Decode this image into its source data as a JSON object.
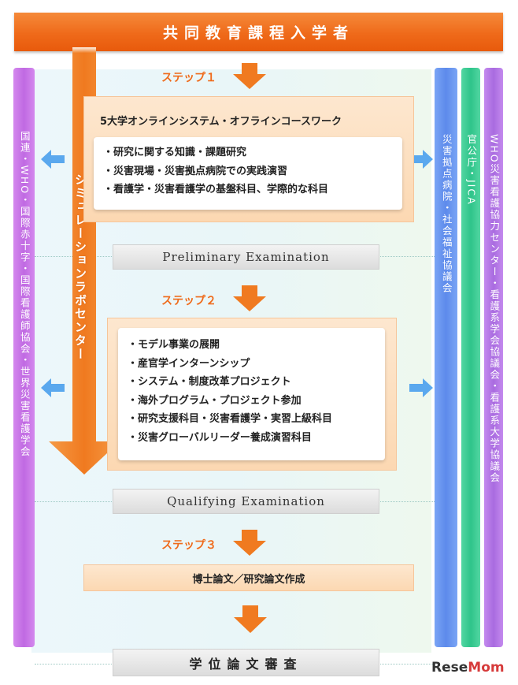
{
  "top_banner": {
    "text": "共同教育課程入学者"
  },
  "left_column": {
    "text": "国連・WHO・国際赤十字・国際看護師協会・世界災害看護学会"
  },
  "right_columns": [
    {
      "text": "災害拠点病院・社会福祉協議会"
    },
    {
      "text": "官公庁・JICA"
    },
    {
      "text": "WHO災害看護協力センター・看護系学会協議会・看護系大学協議会"
    }
  ],
  "simulation_lab": {
    "text": "シミュレーションラボセンター"
  },
  "step1": {
    "label": "ステップ１",
    "title": "5大学オンラインシステム・オフラインコースワーク",
    "items": [
      "・研究に関する知識・課題研究",
      "・災害現場・災害拠点病院での実践演習",
      "・看護学・災害看護学の基盤科目、学際的な科目"
    ]
  },
  "exam1": {
    "text": "Preliminary Examination"
  },
  "step2": {
    "label": "ステップ２",
    "items": [
      "・モデル事業の展開",
      "・産官学インターンシップ",
      "・システム・制度改革プロジェクト",
      "・海外プログラム・プロジェクト参加",
      "・研究支援科目・災害看護学・実習上級科目",
      "・災害グローバルリーダー養成演習科目"
    ]
  },
  "exam2": {
    "text": "Qualifying Examination"
  },
  "step3": {
    "label": "ステップ３",
    "title": "博士論文／研究論文作成"
  },
  "final": {
    "text": "学位論文審査"
  },
  "logo": {
    "text_a": "Rese",
    "text_b": "Mom"
  },
  "colors": {
    "orange": "#ef6a1a",
    "left_purple": "#c06ae2",
    "right_blue": "#5d8aeb",
    "right_green": "#2fc48a",
    "right_purple": "#a96be0",
    "side_arrow_blue": "#5aa8ee"
  }
}
